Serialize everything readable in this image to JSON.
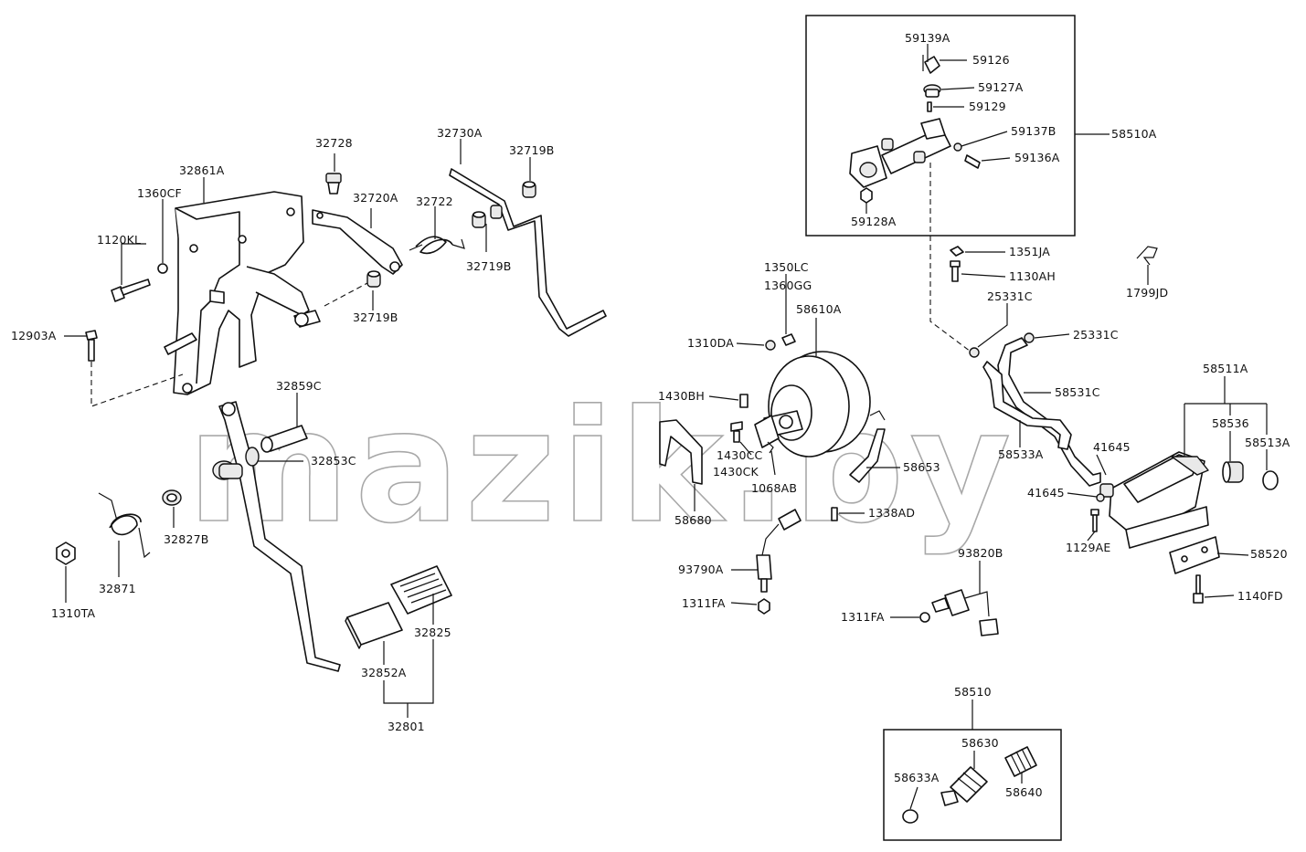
{
  "watermark": "mazik.by",
  "labels": {
    "l_32728": "32728",
    "l_32730A": "32730A",
    "l_32719B_top": "32719B",
    "l_32861A": "32861A",
    "l_1360CF": "1360CF",
    "l_32720A": "32720A",
    "l_32722": "32722",
    "l_1120KL": "1120KL",
    "l_32719B_mid": "32719B",
    "l_32719B_low": "32719B",
    "l_12903A": "12903A",
    "l_32859C": "32859C",
    "l_32853C": "32853C",
    "l_32827B": "32827B",
    "l_32871": "32871",
    "l_1310TA": "1310TA",
    "l_32825": "32825",
    "l_32852A": "32852A",
    "l_32801": "32801",
    "l_59139A": "59139A",
    "l_59126": "59126",
    "l_59127A": "59127A",
    "l_59129": "59129",
    "l_59137B": "59137B",
    "l_59136A": "59136A",
    "l_58510A": "58510A",
    "l_59128A": "59128A",
    "l_1351JA": "1351JA",
    "l_1130AH": "1130AH",
    "l_1799JD": "1799JD",
    "l_25331C_a": "25331C",
    "l_25331C_b": "25331C",
    "l_1350LC": "1350LC",
    "l_1360GG": "1360GG",
    "l_58610A": "58610A",
    "l_1310DA": "1310DA",
    "l_1430BH": "1430BH",
    "l_1430CC": "1430CC",
    "l_1430CK": "1430CK",
    "l_1068AB": "1068AB",
    "l_58680": "58680",
    "l_58653": "58653",
    "l_58531C": "58531C",
    "l_58533A": "58533A",
    "l_58511A": "58511A",
    "l_58536": "58536",
    "l_58513A": "58513A",
    "l_41645_a": "41645",
    "l_41645_b": "41645",
    "l_1129AE": "1129AE",
    "l_58520": "58520",
    "l_1140FD": "1140FD",
    "l_1338AD": "1338AD",
    "l_93790A": "93790A",
    "l_1311FA_a": "1311FA",
    "l_93820B": "93820B",
    "l_1311FA_b": "1311FA",
    "l_58510": "58510",
    "l_58630": "58630",
    "l_58633A": "58633A",
    "l_58640": "58640"
  }
}
